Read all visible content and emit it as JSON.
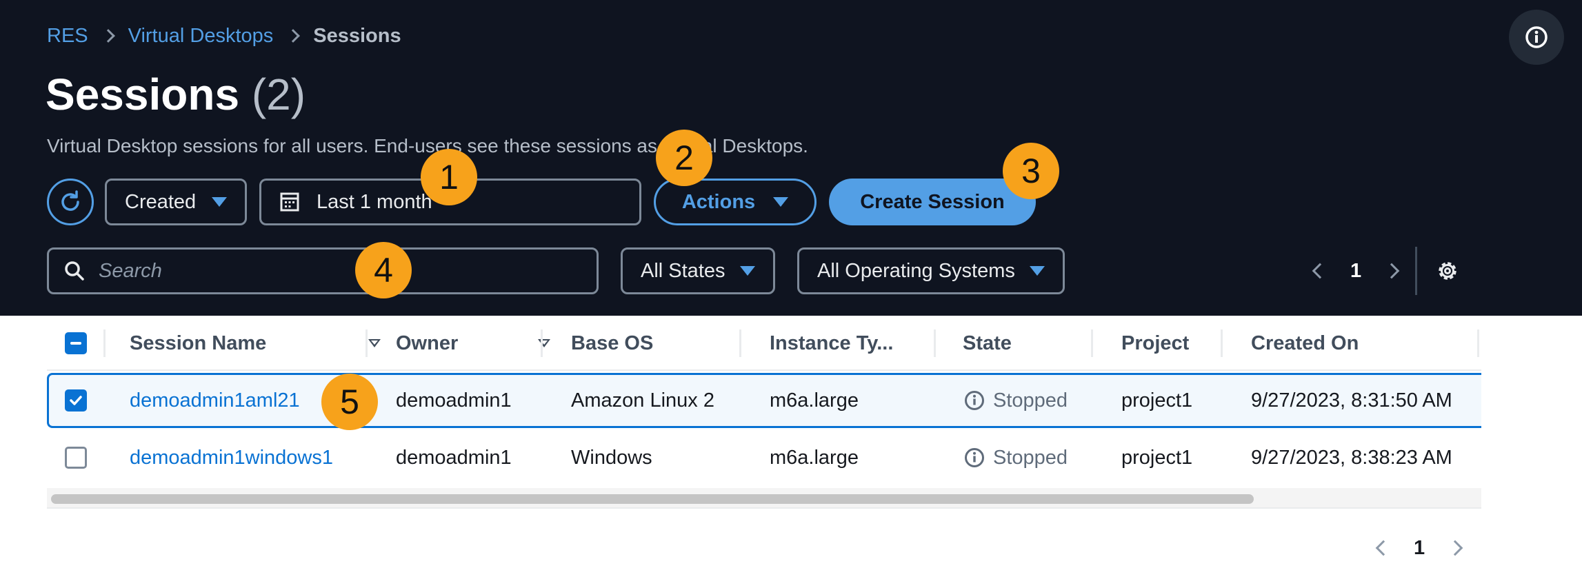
{
  "breadcrumb": {
    "root": "RES",
    "parent": "Virtual Desktops",
    "current": "Sessions"
  },
  "page": {
    "title": "Sessions",
    "count": "(2)",
    "description": "Virtual Desktop sessions for all users. End-users see these sessions as Virtual Desktops."
  },
  "toolbar": {
    "sort_select": "Created",
    "date_range": "Last 1 month",
    "actions_label": "Actions",
    "create_label": "Create Session"
  },
  "filters": {
    "search_placeholder": "Search",
    "state_select": "All States",
    "os_select": "All Operating Systems"
  },
  "pagination": {
    "current_page": "1"
  },
  "table": {
    "headers": {
      "session_name": "Session Name",
      "owner": "Owner",
      "base_os": "Base OS",
      "instance_type": "Instance Ty...",
      "state": "State",
      "project": "Project",
      "created_on": "Created On"
    },
    "rows": [
      {
        "selected": true,
        "session_name": "demoadmin1aml21",
        "owner": "demoadmin1",
        "base_os": "Amazon Linux 2",
        "instance_type": "m6a.large",
        "state": "Stopped",
        "project": "project1",
        "created_on": "9/27/2023, 8:31:50 AM"
      },
      {
        "selected": false,
        "session_name": "demoadmin1windows1",
        "owner": "demoadmin1",
        "base_os": "Windows",
        "instance_type": "m6a.large",
        "state": "Stopped",
        "project": "project1",
        "created_on": "9/27/2023, 8:38:23 AM"
      }
    ]
  },
  "callouts": [
    "1",
    "2",
    "3",
    "4",
    "5"
  ],
  "colors": {
    "header_bg": "#0f1420",
    "accent": "#539fe5",
    "link": "#0972d3",
    "callout": "#f7a21b"
  },
  "icons": [
    "refresh-icon",
    "calendar-icon",
    "search-icon",
    "info-icon",
    "settings-gear-icon",
    "chevron-left-icon",
    "chevron-right-icon",
    "sort-caret-icon",
    "status-info-icon"
  ]
}
